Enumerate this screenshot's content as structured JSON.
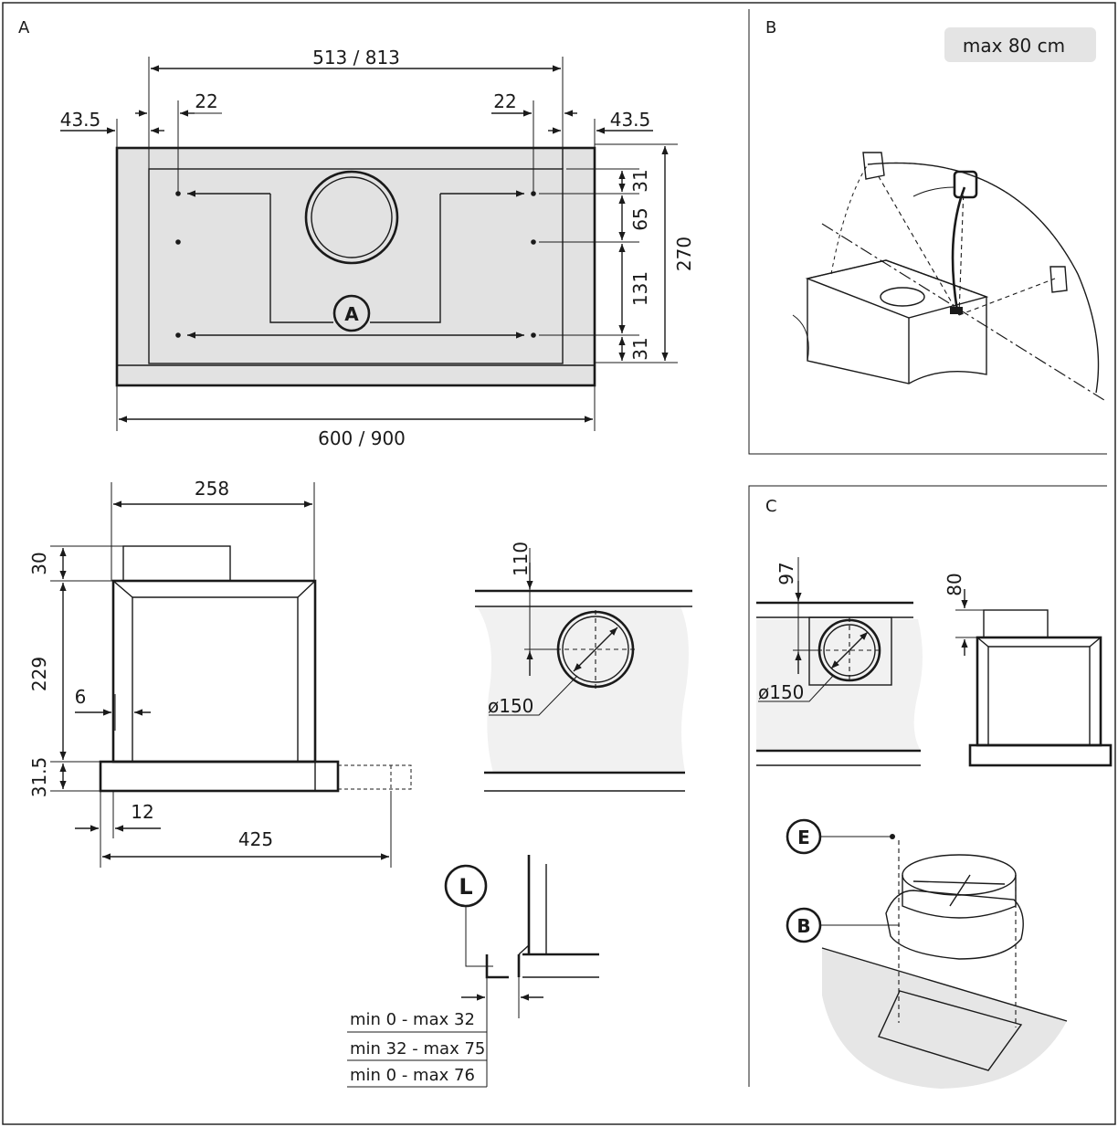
{
  "panels": {
    "a": "A",
    "b": "B",
    "c": "C"
  },
  "top_view": {
    "width_inner": "513 / 813",
    "inset_left": "22",
    "inset_right": "22",
    "edge_left": "43.5",
    "edge_right": "43.5",
    "d_top": "31",
    "d_mid1": "65",
    "d_mid2": "131",
    "d_bottom": "31",
    "depth_total": "270",
    "width_total": "600 / 900",
    "callout": "A"
  },
  "side_view": {
    "width": "258",
    "top_h": "30",
    "body_h": "229",
    "wall": "6",
    "base_h": "31.5",
    "front": "12",
    "depth": "425"
  },
  "duct_view": {
    "offset": "110",
    "diameter": "ø150"
  },
  "panel_b": {
    "note": "max 80 cm"
  },
  "panel_c": {
    "offset": "97",
    "diameter": "ø150",
    "height": "80",
    "label_e": "E",
    "label_b": "B"
  },
  "install_l": {
    "label": "L",
    "rows": [
      "min 0 - max 32",
      "min 32 - max 75",
      "min 0 - max 76"
    ]
  }
}
